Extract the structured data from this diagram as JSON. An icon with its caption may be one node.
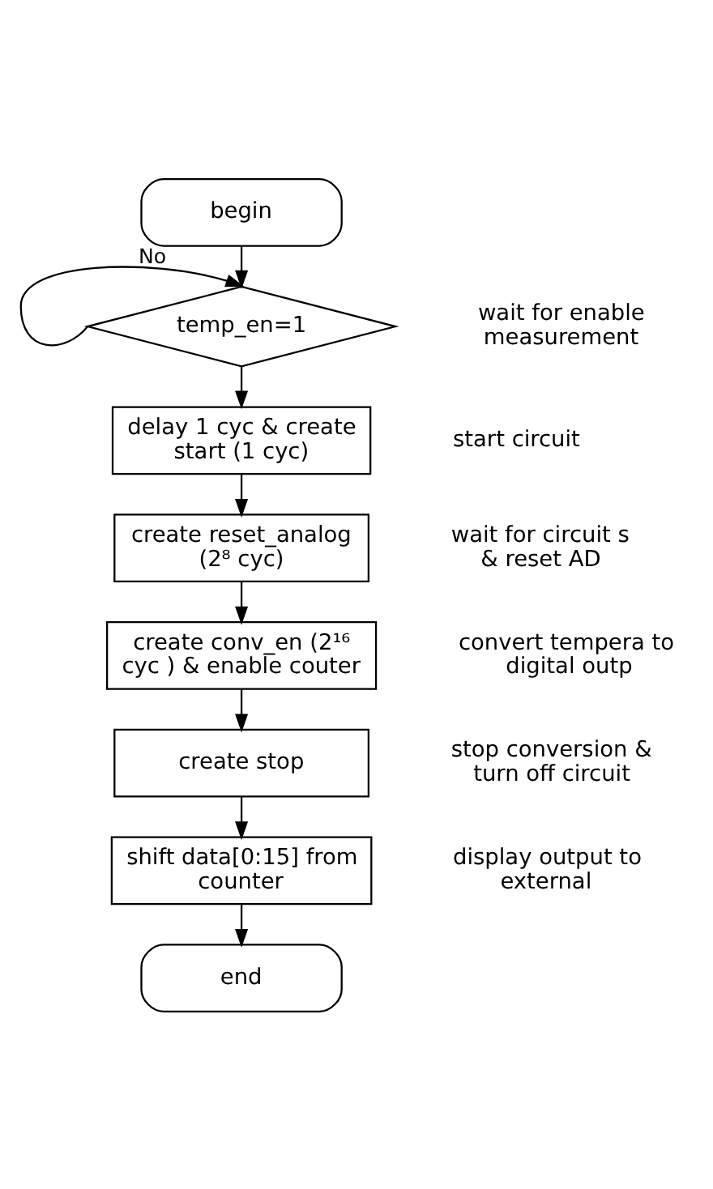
{
  "diagram": {
    "nodes": [
      {
        "text": [
          "begin"
        ]
      },
      {
        "text": [
          "temp_en=1"
        ],
        "beside": [
          "wait for enable measurement"
        ]
      },
      {
        "text": [
          "delay 1 cyc & create start (1 cyc)"
        ],
        "beside": [
          "start circuit"
        ]
      },
      {
        "text": [
          "create reset_analog (2⁸ cyc)"
        ],
        "beside": [
          "wait for circuit s & reset AD"
        ]
      },
      {
        "text": [
          "create conv_en (2¹⁶ cyc ) & enable couter"
        ],
        "beside": [
          "convert tempera to digital outp"
        ]
      },
      {
        "text": [
          "create stop"
        ],
        "beside": [
          "stop conversion & turn off circuit"
        ]
      },
      {
        "text": [
          "shift data[0:15] from counter"
        ],
        "beside": [
          "display output to external"
        ]
      },
      {
        "text": [
          "end"
        ]
      }
    ],
    "edges": [
      {
        "from": 0,
        "to": 1,
        "arrow": "to"
      },
      {
        "from": 1,
        "to": 1,
        "arrow": "to",
        "label": "No"
      },
      {
        "from": 1,
        "to": 2,
        "arrow": "to"
      },
      {
        "from": 2,
        "to": 3,
        "arrow": "to"
      },
      {
        "from": 3,
        "to": 4,
        "arrow": "to"
      },
      {
        "from": 4,
        "to": 5,
        "arrow": "to"
      },
      {
        "from": 5,
        "to": 6,
        "arrow": "to"
      },
      {
        "from": 6,
        "to": 7,
        "arrow": "to"
      }
    ]
  }
}
